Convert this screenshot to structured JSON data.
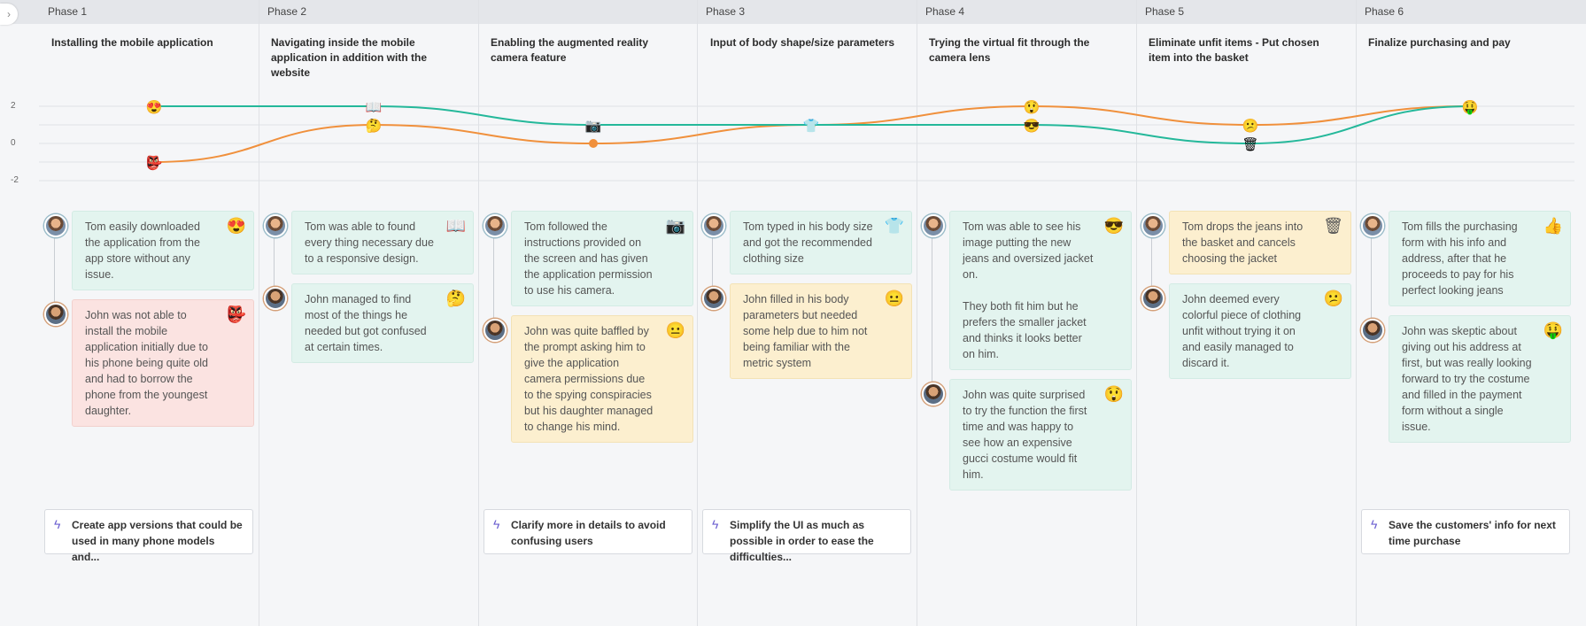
{
  "phases": [
    "Phase 1",
    "Phase 2",
    "Phase 3",
    "Phase 4",
    "Phase 5",
    "Phase 6"
  ],
  "toggle_icon": "›",
  "steps": [
    "Installing the mobile application",
    "Navigating inside the mobile application in addition with the website",
    "Enabling the augmented reality camera feature",
    "Input of body shape/size parameters",
    "Trying the virtual fit through the camera lens",
    "Eliminate unfit items - Put chosen item into the basket",
    "Finalize purchasing and pay"
  ],
  "chart": {
    "y_ticks": [
      "2",
      "0",
      "-2"
    ],
    "colors": {
      "tom": "#24b89a",
      "john": "#f0903c"
    },
    "tom_scores": [
      2,
      2,
      1,
      1,
      1,
      0,
      2
    ],
    "john_scores": [
      -1,
      1,
      0,
      1,
      2,
      1,
      2
    ],
    "tom_icons": [
      "star-struck",
      "map",
      "camera",
      "t-shirt",
      "sunglasses-face",
      "wastebasket",
      "money-mouth"
    ],
    "john_icons": [
      "ogre",
      "thinking",
      "neutral",
      "neutral",
      "astonished",
      "confused",
      "money-mouth"
    ]
  },
  "cards": [
    {
      "tom": [
        "Tom easily downloaded the application from the app store without any issue."
      ],
      "tom_emoji": "😍",
      "tom_color": "green",
      "john": [
        "John was not able to install the mobile application initially due to his phone being quite old and had to borrow the phone from the youngest daughter."
      ],
      "john_emoji": "👺",
      "john_color": "red"
    },
    {
      "tom": [
        "Tom was able to found every thing necessary due to a responsive design."
      ],
      "tom_emoji": "📖",
      "tom_color": "green",
      "john": [
        "John managed to find most of the things he needed but got confused at certain times."
      ],
      "john_emoji": "🤔",
      "john_color": "green"
    },
    {
      "tom": [
        "Tom followed the instructions provided on the screen and has given the application permission to use his camera."
      ],
      "tom_emoji": "📷",
      "tom_color": "green",
      "john": [
        "John was quite baffled by the prompt asking him to give the application camera permissions due to the spying conspiracies but his daughter managed to change his mind."
      ],
      "john_emoji": "😐",
      "john_color": "yellow"
    },
    {
      "tom": [
        "Tom typed in his body size and got the recommended clothing size"
      ],
      "tom_emoji": "👕",
      "tom_color": "green",
      "john": [
        "John filled in his body parameters but needed some help due to him not being familiar with the metric system"
      ],
      "john_emoji": "😐",
      "john_color": "yellow"
    },
    {
      "tom": [
        "Tom was able to see his image putting the new jeans and oversized jacket on.",
        "They both fit him but he prefers the smaller jacket and thinks it looks better on him."
      ],
      "tom_emoji": "😎",
      "tom_color": "green",
      "john": [
        "John was quite surprised to try the function the first time and was happy to see how an expensive gucci costume would fit him."
      ],
      "john_emoji": "😲",
      "john_color": "green"
    },
    {
      "tom": [
        "Tom drops the jeans into the basket and cancels choosing the jacket"
      ],
      "tom_emoji": "🗑",
      "tom_color": "yellow",
      "john": [
        "John deemed every colorful piece of clothing unfit without trying it on and easily managed to discard it."
      ],
      "john_emoji": "😕",
      "john_color": "green"
    },
    {
      "tom": [
        "Tom fills the purchasing form with his info and address, after that he proceeds to pay for his perfect looking jeans"
      ],
      "tom_emoji": "👍",
      "tom_color": "green",
      "john": [
        "John was skeptic about giving out his address at first, but was really looking forward to try the costume and filled in the payment form without a single issue."
      ],
      "john_emoji": "🤑",
      "john_color": "green"
    }
  ],
  "ideas": [
    {
      "step": 0,
      "text": "Create app versions that could be used in many phone models and..."
    },
    {
      "step": 2,
      "text": "Clarify more in details to avoid confusing users"
    },
    {
      "step": 3,
      "text": "Simplify the UI as much as possible in order to ease the difficulties..."
    },
    {
      "step": 6,
      "text": "Save the customers' info for next time purchase"
    }
  ],
  "idea_icon": "ϟ"
}
